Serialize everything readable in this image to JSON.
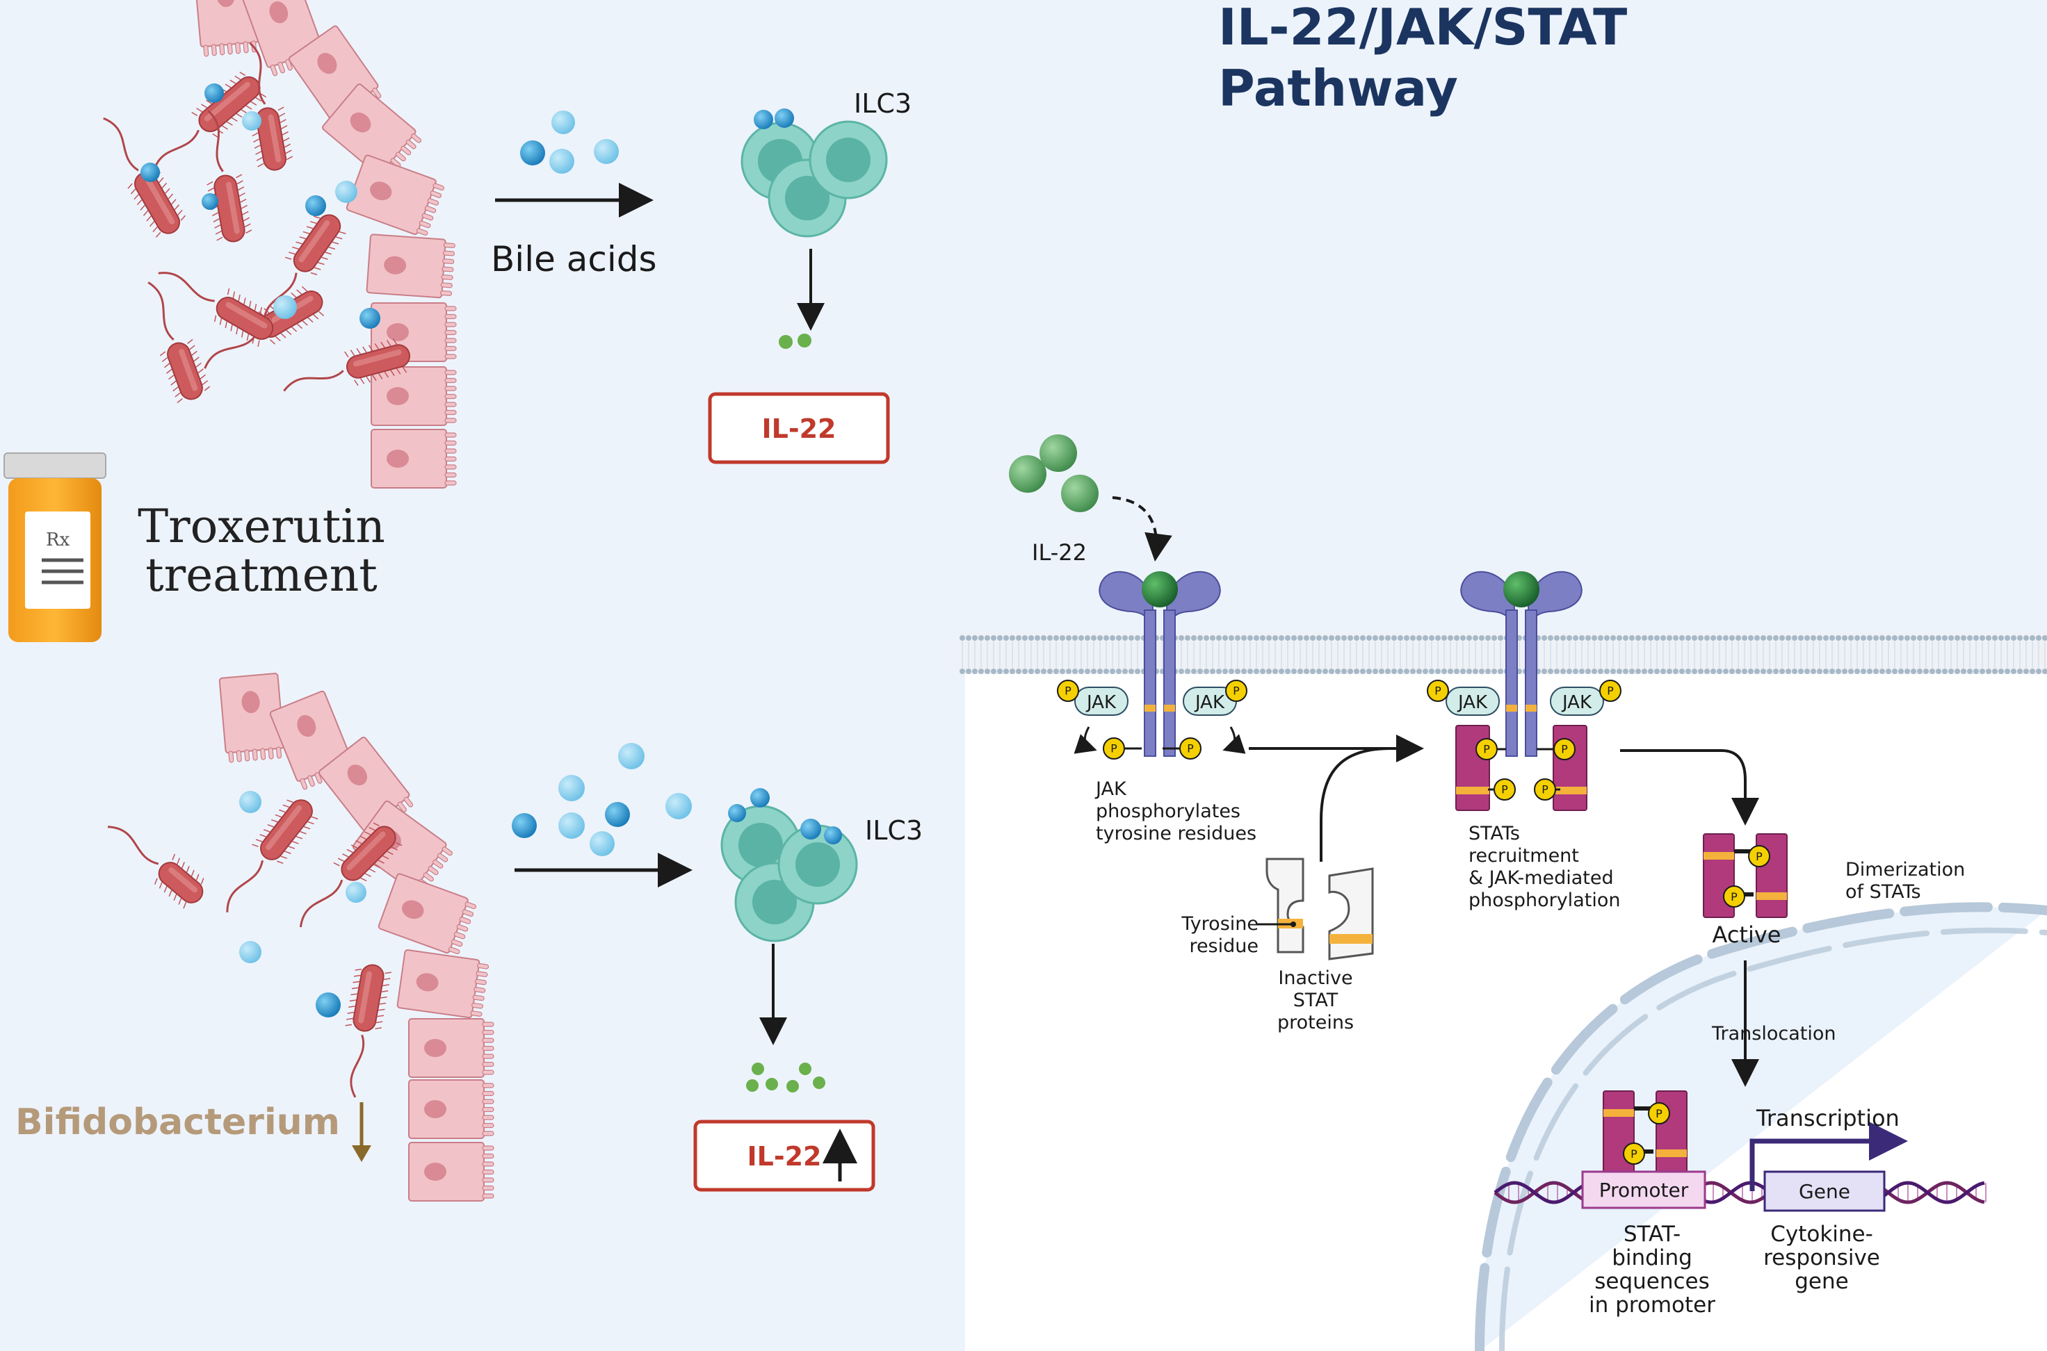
{
  "title": {
    "line1": "IL-22/JAK/STAT",
    "line2": "Pathway"
  },
  "colors": {
    "background": "#edf3fb",
    "title": "#1b3560",
    "bacteria": "#cd5a5c",
    "epithelium": "#f1c3c8",
    "bile_acid": "#3a9fd1",
    "ilc3": "#8dd3c7",
    "il22_box": "#c0392b",
    "receptor": "#7c7fc4",
    "stat": "#b03a7c",
    "phosphate": "#f5d000",
    "bifido": "#b59a7a"
  },
  "top_panel": {
    "bile_acids_label": "Bile acids",
    "ilc3_label": "ILC3",
    "il22_box_label": "IL-22"
  },
  "middle": {
    "treatment_line1": "Troxerutin",
    "treatment_line2": "treatment",
    "bottle_label_rx": "Rx",
    "bottle_icon": "pill-bottle-icon"
  },
  "bottom_panel": {
    "ilc3_label": "ILC3",
    "il22_box_label": "IL-22",
    "bifido_label": "Bifidobacterium"
  },
  "pathway": {
    "il22_label": "IL-22",
    "jak_label": "JAK",
    "p_label": "P",
    "jak_phos_text": [
      "JAK",
      "phosphorylates",
      "tyrosine residues"
    ],
    "tyrosine_text": [
      "Tyrosine",
      "residue"
    ],
    "inactive_text": [
      "Inactive",
      "STAT",
      "proteins"
    ],
    "stat_recruit_text": [
      "STATs",
      "recruitment",
      "& JAK-mediated",
      "phosphorylation"
    ],
    "dimer_text": [
      "Dimerization",
      "of STATs"
    ],
    "active_label": "Active",
    "translocation_label": "Translocation",
    "transcription_label": "Transcription",
    "promoter_label": "Promoter",
    "gene_label": "Gene",
    "stat_binding_text": [
      "STAT-",
      "binding",
      "sequences",
      "in promoter"
    ],
    "cytokine_text": [
      "Cytokine-",
      "responsive",
      "gene"
    ]
  }
}
